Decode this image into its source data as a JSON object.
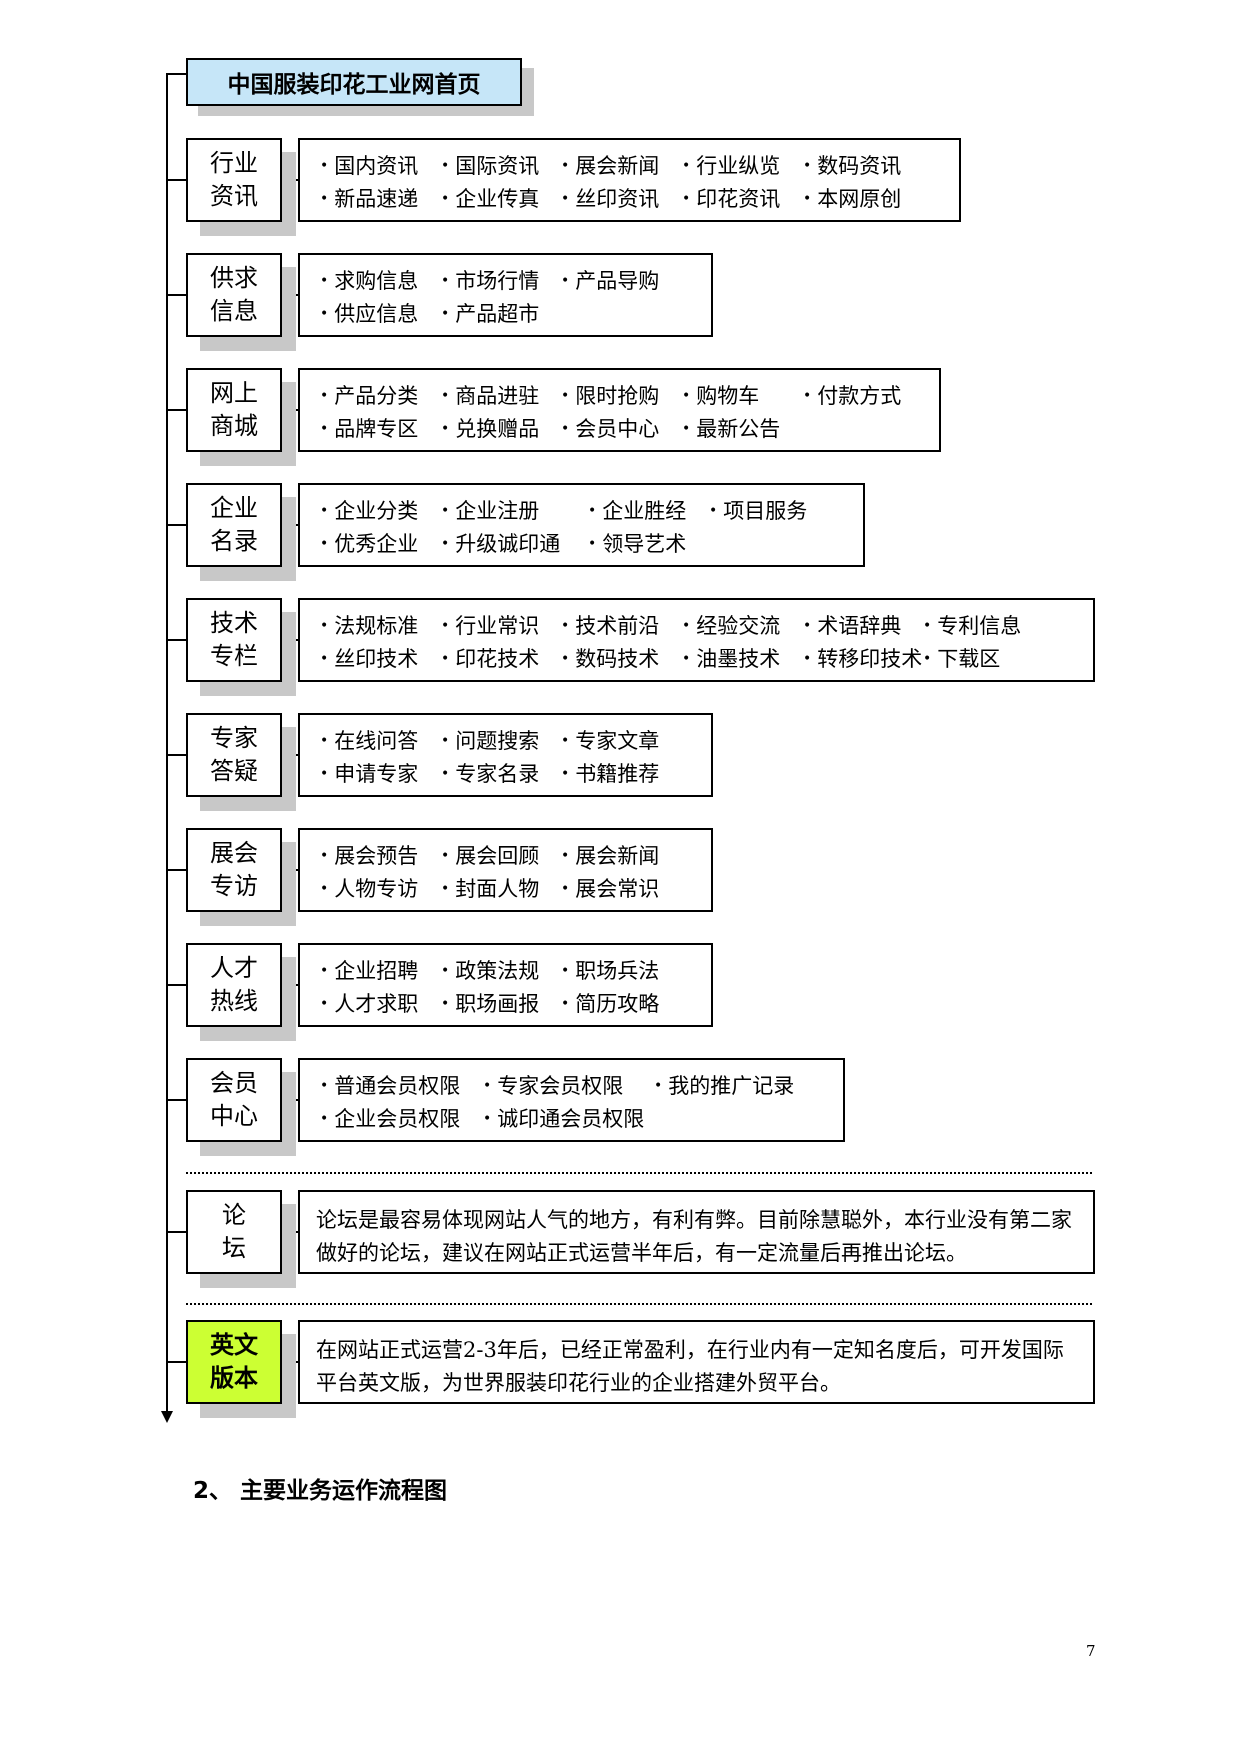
{
  "header": {
    "title": "中国服装印花工业网首页"
  },
  "sections": [
    {
      "label": [
        "行业",
        "资讯"
      ],
      "rows": [
        [
          "国内资讯",
          "国际资讯",
          "展会新闻",
          "行业纵览",
          "数码资讯"
        ],
        [
          "新品速递",
          "企业传真",
          "丝印资讯",
          "印花资讯",
          "本网原创"
        ]
      ]
    },
    {
      "label": [
        "供求",
        "信息"
      ],
      "rows": [
        [
          "求购信息",
          "市场行情",
          "产品导购"
        ],
        [
          "供应信息",
          "产品超市"
        ]
      ]
    },
    {
      "label": [
        "网上",
        "商城"
      ],
      "rows": [
        [
          "产品分类",
          "商品进驻",
          "限时抢购",
          "购物车",
          "付款方式"
        ],
        [
          "品牌专区",
          "兑换赠品",
          "会员中心",
          "最新公告"
        ]
      ]
    },
    {
      "label": [
        "企业",
        "名录"
      ],
      "rows": [
        [
          "企业分类",
          "企业注册",
          "企业胜经",
          "项目服务"
        ],
        [
          "优秀企业",
          "升级诚印通",
          "领导艺术"
        ]
      ]
    },
    {
      "label": [
        "技术",
        "专栏"
      ],
      "rows": [
        [
          "法规标准",
          "行业常识",
          "技术前沿",
          "经验交流",
          "术语辞典",
          "专利信息"
        ],
        [
          "丝印技术",
          "印花技术",
          "数码技术",
          "油墨技术",
          "转移印技术",
          "下载区"
        ]
      ]
    },
    {
      "label": [
        "专家",
        "答疑"
      ],
      "rows": [
        [
          "在线问答",
          "问题搜索",
          "专家文章"
        ],
        [
          "申请专家",
          "专家名录",
          "书籍推荐"
        ]
      ]
    },
    {
      "label": [
        "展会",
        "专访"
      ],
      "rows": [
        [
          "展会预告",
          "展会回顾",
          "展会新闻"
        ],
        [
          "人物专访",
          "封面人物",
          "展会常识"
        ]
      ]
    },
    {
      "label": [
        "人才",
        "热线"
      ],
      "rows": [
        [
          "企业招聘",
          "政策法规",
          "职场兵法"
        ],
        [
          "人才求职",
          "职场画报",
          "简历攻略"
        ]
      ]
    },
    {
      "label": [
        "会员",
        "中心"
      ],
      "rows": [
        [
          "普通会员权限",
          "专家会员权限",
          "我的推广记录"
        ],
        [
          "企业会员权限",
          "诚印通会员权限"
        ]
      ]
    }
  ],
  "forum": {
    "label": [
      "论",
      "坛"
    ],
    "text": "论坛是最容易体现网站人气的地方，有利有弊。目前除慧聪外，本行业没有第二家做好的论坛，建议在网站正式运营半年后，有一定流量后再推出论坛。"
  },
  "english": {
    "label": [
      "英文",
      "版本"
    ],
    "text": "在网站正式运营2-3年后，已经正常盈利，在行业内有一定知名度后，可开发国际平台英文版，为世界服装印花行业的企业搭建外贸平台。",
    "accent_color": "#ccff33"
  },
  "title_fill_color": "#c6e6f8",
  "section_heading": "2、 主要业务运作流程图",
  "page_number": "7"
}
